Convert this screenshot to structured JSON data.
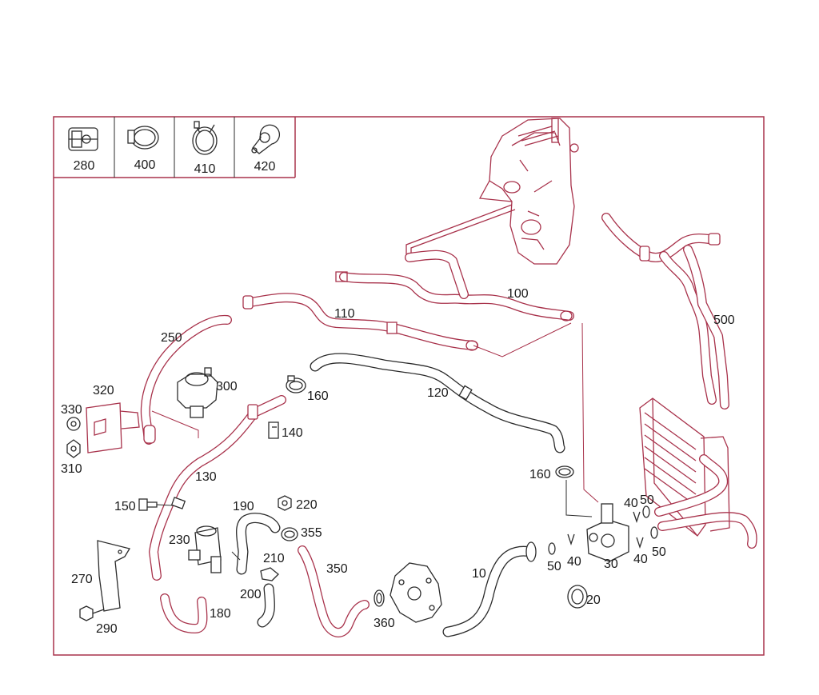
{
  "kit_parts": [
    {
      "label": "280",
      "icon": "bracket-clip-icon"
    },
    {
      "label": "400",
      "icon": "hose-clamp-icon"
    },
    {
      "label": "410",
      "icon": "spring-clamp-icon"
    },
    {
      "label": "420",
      "icon": "p-clip-icon"
    }
  ],
  "callouts": {
    "c100": "100",
    "c110": "110",
    "c120": "120",
    "c250": "250",
    "c300": "300",
    "c320": "320",
    "c330": "330",
    "c310": "310",
    "c160a": "160",
    "c140": "140",
    "c130": "130",
    "c150": "150",
    "c190": "190",
    "c220": "220",
    "c355": "355",
    "c230": "230",
    "c210": "210",
    "c350": "350",
    "c270": "270",
    "c200": "200",
    "c180": "180",
    "c290": "290",
    "c360": "360",
    "c10": "10",
    "c160b": "160",
    "c20": "20",
    "c50a": "50",
    "c40a": "40",
    "c30": "30",
    "c40b": "40",
    "c50b": "50",
    "c40c": "40",
    "c50c": "50",
    "c500": "500"
  },
  "colors": {
    "frame": "#a8324b",
    "part_line": "#a8324b",
    "dark_line": "#2b2b2b",
    "label": "#1a1a1a"
  }
}
